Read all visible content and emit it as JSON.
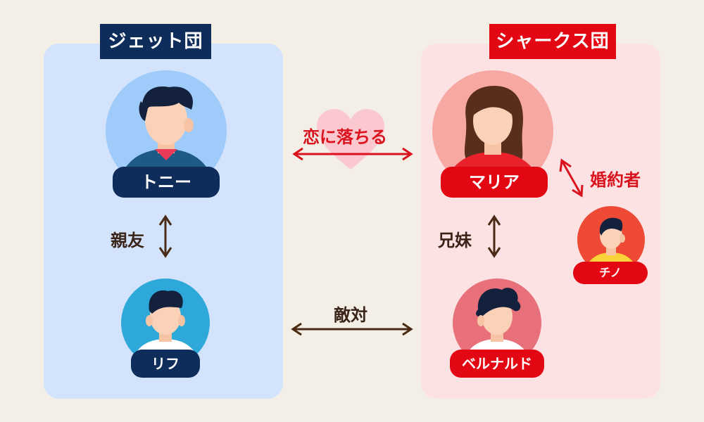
{
  "colors": {
    "background": "#f3efe6",
    "jets_panel": "#d3e3fc",
    "sharks_panel": "#fde2e4",
    "jets_accent": "#0e2d5a",
    "sharks_accent": "#e30613",
    "love_arrow": "#d9121e",
    "neutral_arrow": "#4a2a14",
    "heart": "#fbc8cf"
  },
  "gangs": {
    "jets": {
      "title": "ジェット団"
    },
    "sharks": {
      "title": "シャークス団"
    }
  },
  "characters": {
    "tony": {
      "name": "トニー"
    },
    "riff": {
      "name": "リフ"
    },
    "maria": {
      "name": "マリア"
    },
    "bernardo": {
      "name": "ベルナルド"
    },
    "chino": {
      "name": "チノ"
    }
  },
  "relations": {
    "love": "恋に落ちる",
    "best_friends": "親友",
    "siblings": "兄妹",
    "fiance": "婚約者",
    "enemies": "敵対"
  },
  "icons": [
    "heart-icon",
    "double-arrow-icon"
  ]
}
